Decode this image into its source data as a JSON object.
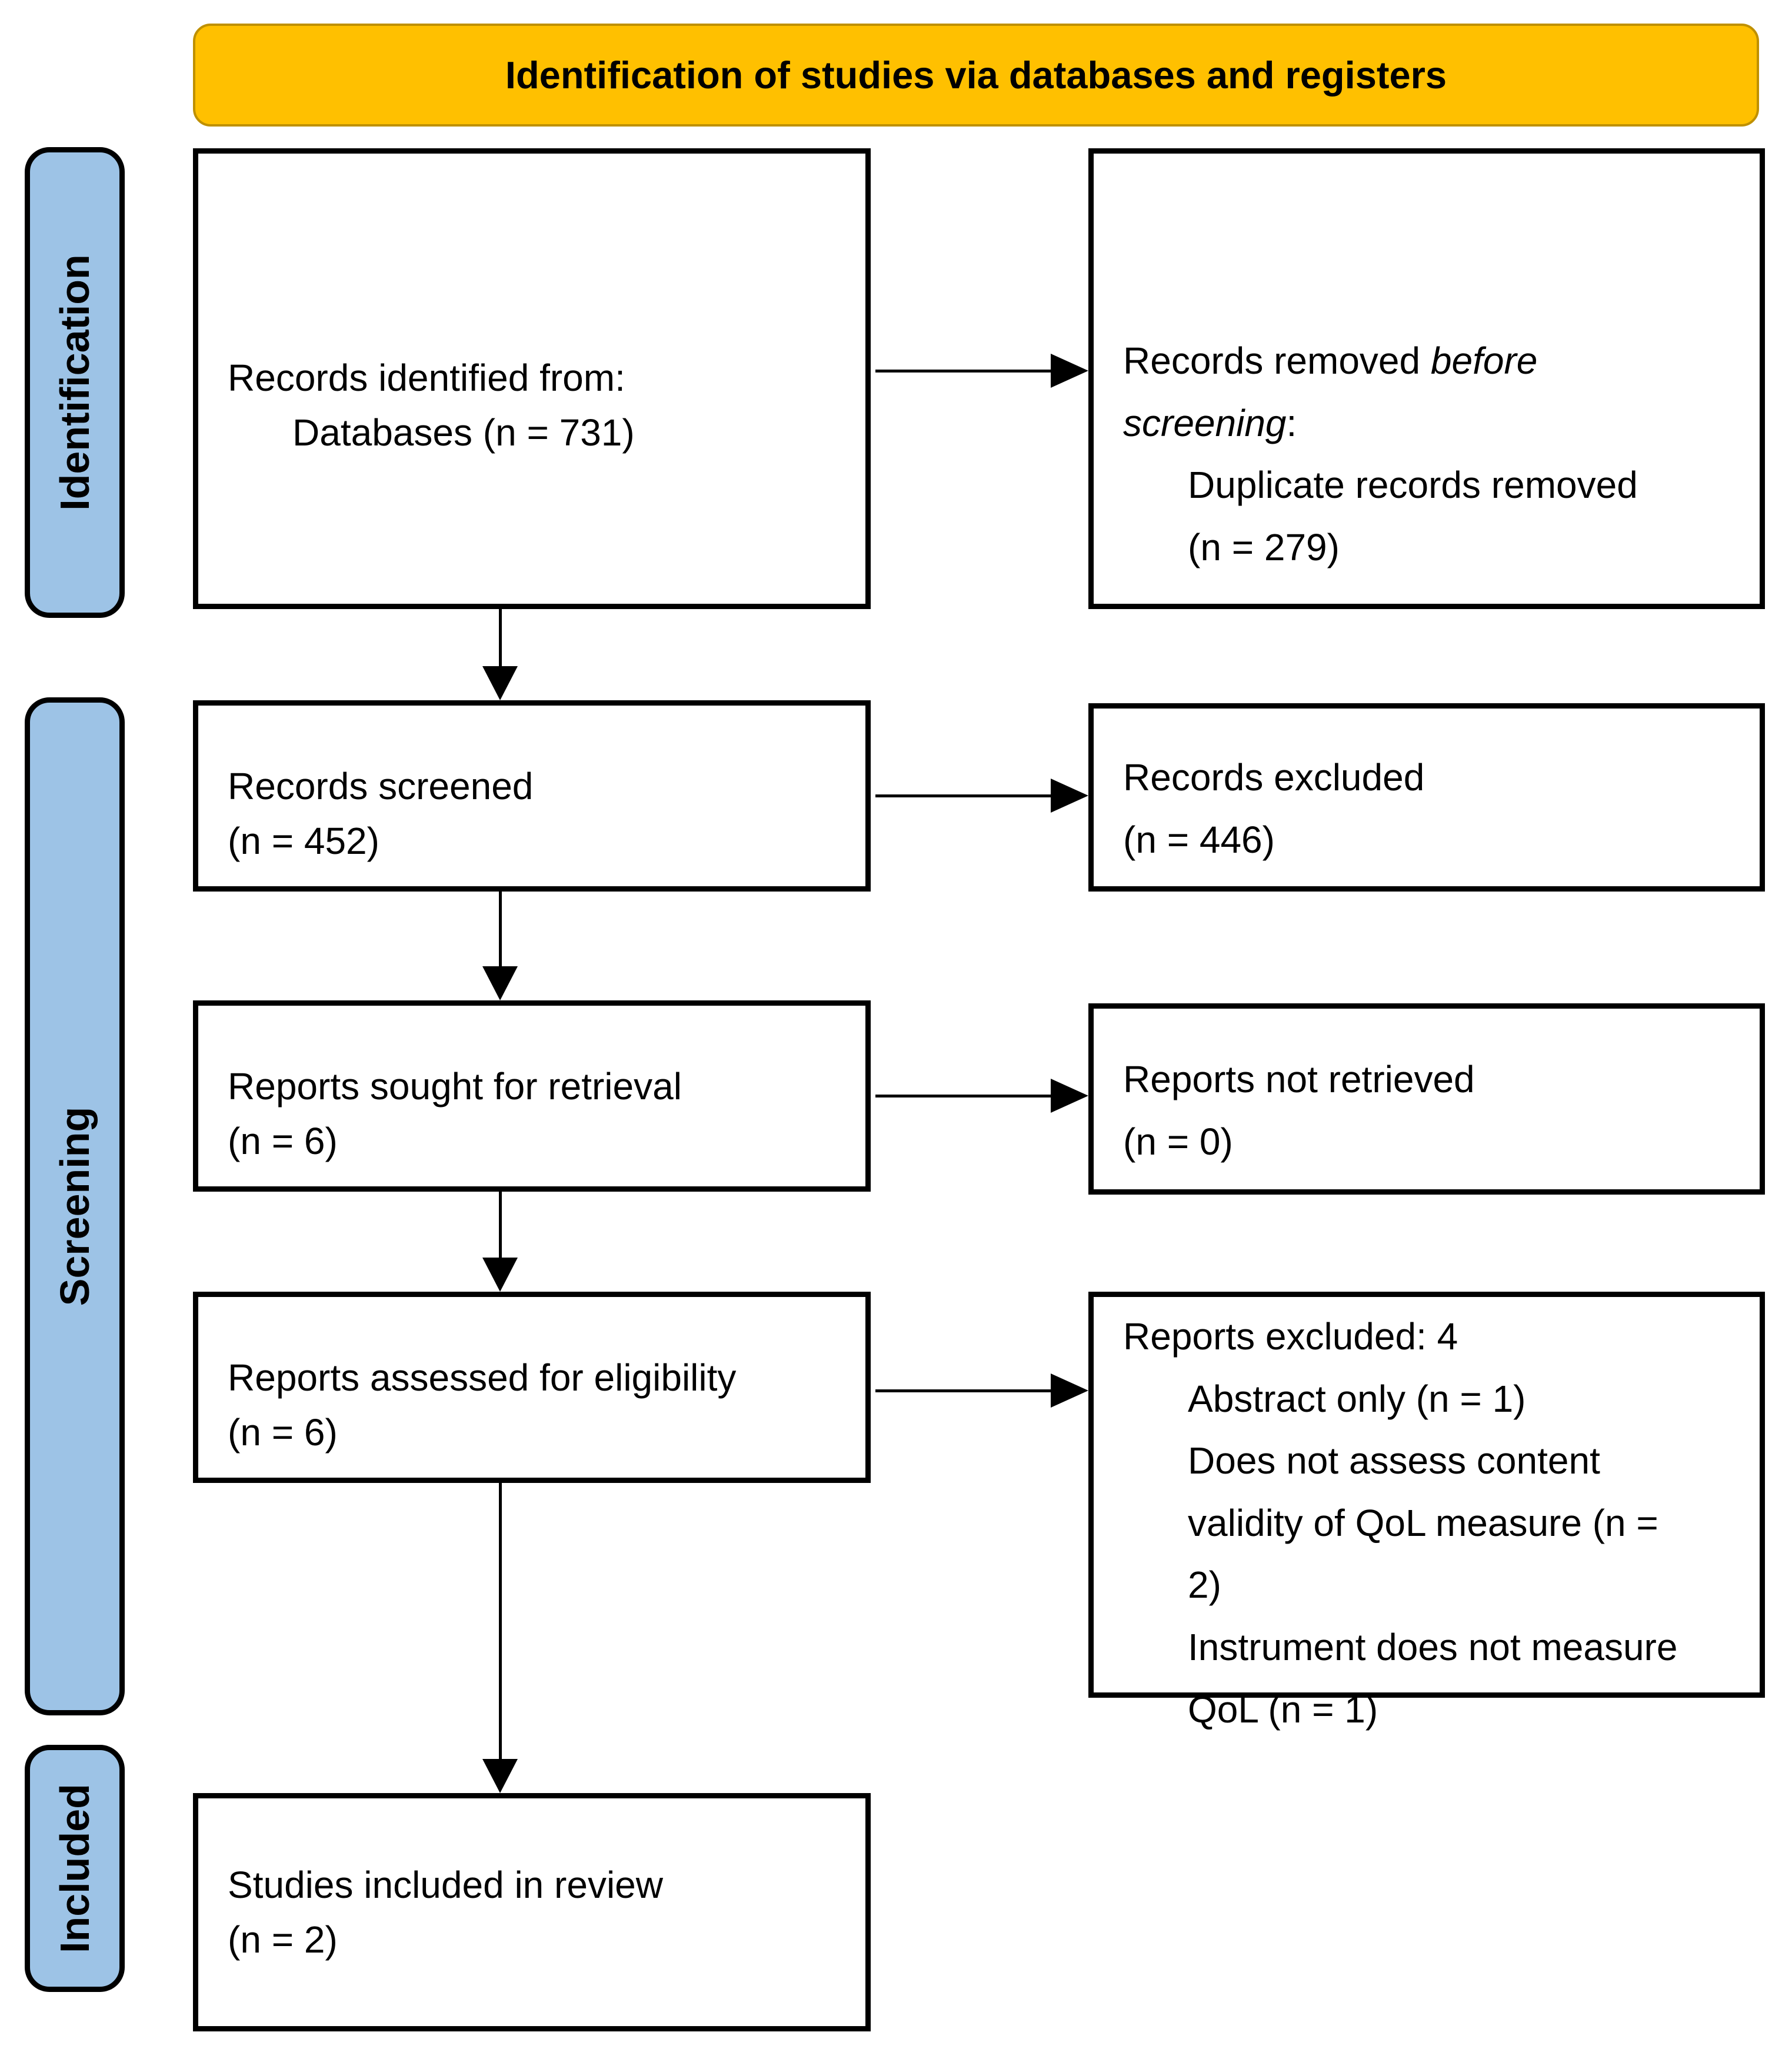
{
  "header": {
    "title": "Identification of studies via databases and registers"
  },
  "colors": {
    "header_fill": "#FFC000",
    "header_border": "#BF9000",
    "stage_fill": "#9DC3E6",
    "stage_border": "#000000",
    "box_border": "#000000",
    "arrow": "#000000"
  },
  "stages": [
    {
      "label": "Identification"
    },
    {
      "label": "Screening"
    },
    {
      "label": "Included"
    }
  ],
  "boxes": {
    "identified": {
      "line1": "Records identified from:",
      "line2": "Databases (n = 731)"
    },
    "removed": {
      "intro_pre": "Records removed ",
      "intro_italic": "before screening",
      "intro_colon": ":",
      "item": "Duplicate records removed (n = 279)"
    },
    "screened": {
      "line1": "Records screened",
      "line2": "(n = 452)"
    },
    "records_excluded": {
      "line1": "Records excluded",
      "line2": "(n = 446)"
    },
    "sought": {
      "line1": "Reports sought for retrieval",
      "line2": "(n = 6)"
    },
    "not_retrieved": {
      "line1": "Reports not retrieved",
      "line2": "(n = 0)"
    },
    "assessed": {
      "line1": "Reports assessed for eligibility",
      "line2": "(n = 6)"
    },
    "reports_excluded": {
      "title": "Reports excluded: 4",
      "items": [
        "Abstract only (n = 1)",
        "Does not assess content validity of QoL measure (n = 2)",
        "Instrument does not measure QoL (n = 1)"
      ]
    },
    "included": {
      "line1": "Studies included in review",
      "line2": "(n = 2)"
    }
  }
}
